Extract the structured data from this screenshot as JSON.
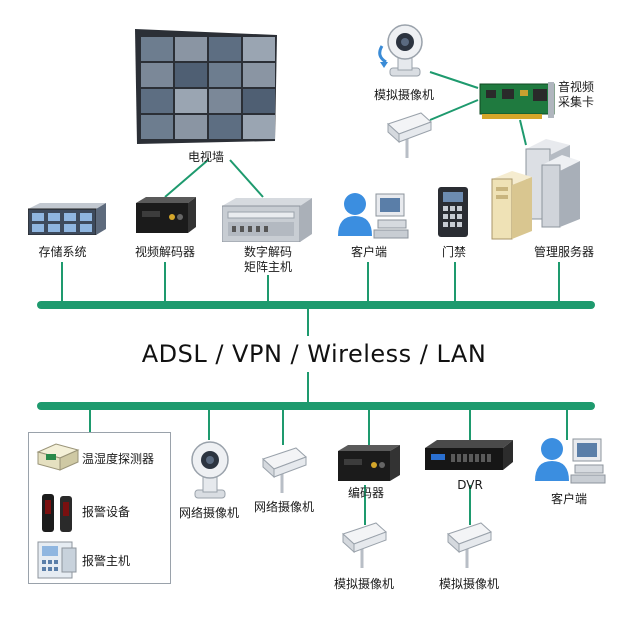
{
  "network_label": "ADSL / VPN / Wireless / LAN",
  "colors": {
    "bus": "#1e9a6e",
    "tv_cell": "#6d7d8f"
  },
  "top": {
    "tv_wall": "电视墙",
    "analog_camera": "模拟摄像机",
    "capture_card_line1": "音视频",
    "capture_card_line2": "采集卡",
    "storage": "存储系统",
    "video_decoder": "视频解码器",
    "matrix_line1": "数字解码",
    "matrix_line2": "矩阵主机",
    "client": "客户端",
    "access_control": "门禁",
    "server": "管理服务器"
  },
  "bottom": {
    "sensor": "温湿度探测器",
    "alarm_device": "报警设备",
    "alarm_host": "报警主机",
    "ip_dome": "网络摄像机",
    "ip_bullet": "网络摄像机",
    "encoder": "编码器",
    "dvr": "DVR",
    "client": "客户端",
    "analog_camera_1": "模拟摄像机",
    "analog_camera_2": "模拟摄像机"
  }
}
